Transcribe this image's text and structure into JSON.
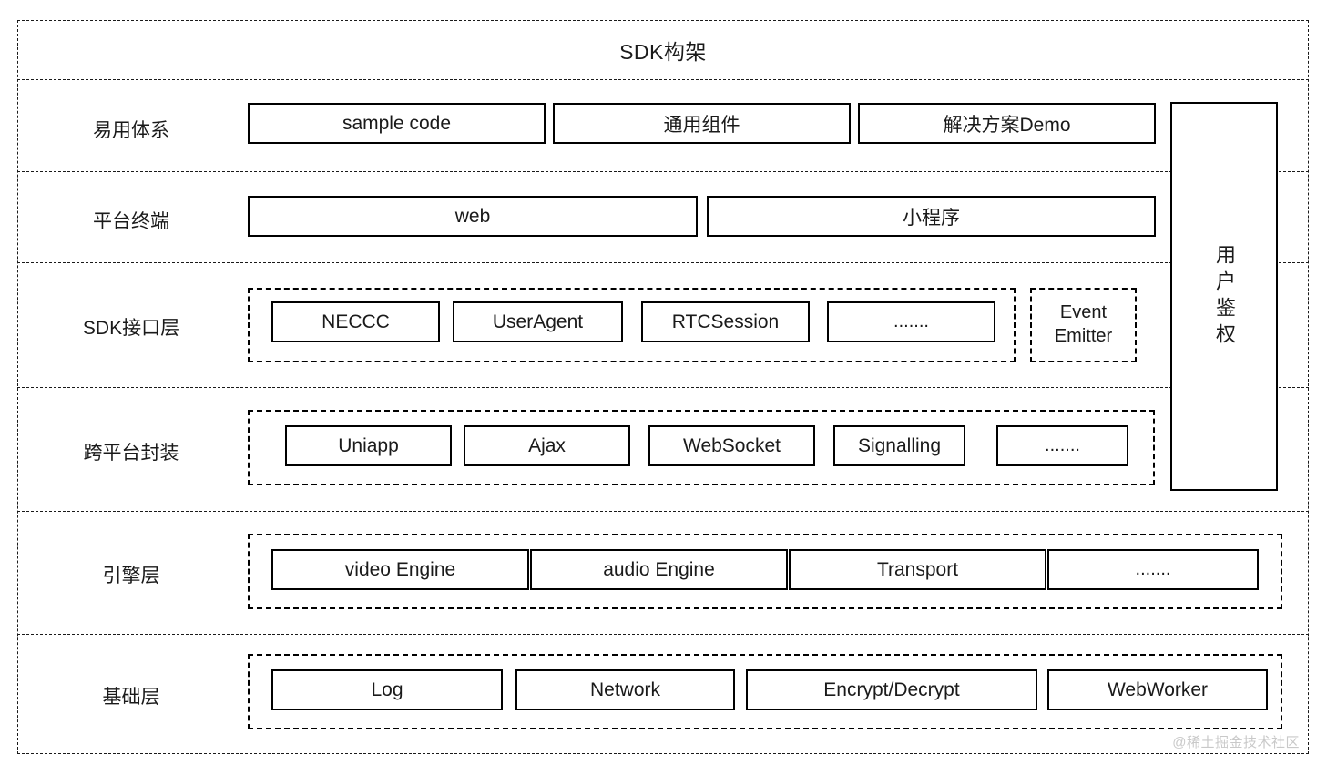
{
  "title": "SDK构架",
  "watermark": "@稀土掘金技术社区",
  "auth_column": {
    "label": "用户鉴权"
  },
  "layers": [
    {
      "id": "usability",
      "label": "易用体系",
      "grouped": false,
      "items": [
        {
          "label": "sample code"
        },
        {
          "label": "通用组件"
        },
        {
          "label": "解决方案Demo"
        }
      ]
    },
    {
      "id": "platform",
      "label": "平台终端",
      "grouped": false,
      "items": [
        {
          "label": "web"
        },
        {
          "label": "小程序"
        }
      ]
    },
    {
      "id": "sdk-interface",
      "label": "SDK接口层",
      "grouped": true,
      "items": [
        {
          "label": "NECCC"
        },
        {
          "label": "UserAgent"
        },
        {
          "label": "RTCSession"
        },
        {
          "label": "......."
        }
      ],
      "aside": {
        "line1": "Event",
        "line2": "Emitter"
      }
    },
    {
      "id": "cross-platform",
      "label": "跨平台封装",
      "grouped": true,
      "items": [
        {
          "label": "Uniapp"
        },
        {
          "label": "Ajax"
        },
        {
          "label": "WebSocket"
        },
        {
          "label": "Signalling"
        },
        {
          "label": "......."
        }
      ]
    },
    {
      "id": "engine",
      "label": "引擎层",
      "grouped": true,
      "items": [
        {
          "label": "video Engine"
        },
        {
          "label": "audio Engine"
        },
        {
          "label": "Transport"
        },
        {
          "label": "......."
        }
      ]
    },
    {
      "id": "base",
      "label": "基础层",
      "grouped": true,
      "items": [
        {
          "label": "Log"
        },
        {
          "label": "Network"
        },
        {
          "label": "Encrypt/Decrypt"
        },
        {
          "label": "WebWorker"
        }
      ]
    }
  ]
}
